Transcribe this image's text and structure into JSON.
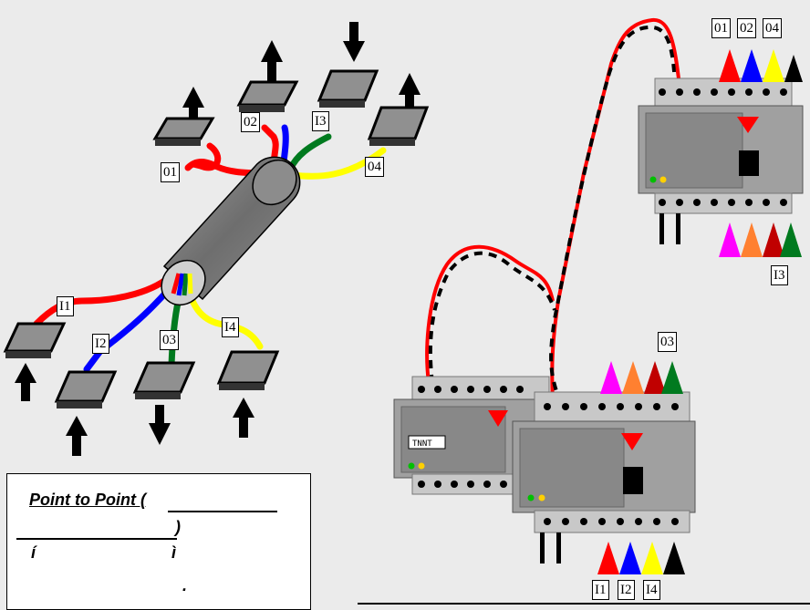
{
  "labels": {
    "o1_top": "01",
    "o2_top": "02",
    "o4_top": "04",
    "i3_side": "I3",
    "o3_mid": "03",
    "i1_bottom": "I1",
    "i2_bottom": "I2",
    "i4_bottom": "I4",
    "cable_o1": "01",
    "cable_o2": "02",
    "cable_i3": "I3",
    "cable_o4": "04",
    "cable_i1": "I1",
    "cable_i2": "I2",
    "cable_o3": "03",
    "cable_i4": "I4"
  },
  "module_front_label": "TNNT",
  "caption": {
    "title": "Point to Point (",
    "close_paren": ")",
    "char1": "í",
    "char2": "ì",
    "dot": "."
  },
  "colors": {
    "red": "#ff0000",
    "blue": "#0000ff",
    "green": "#007a1f",
    "yellow": "#ffff00",
    "black": "#000000",
    "magenta": "#ff00ff",
    "orange": "#ff8030",
    "darkred": "#c00000",
    "module": "#9a9a9a",
    "sensor": "#909090"
  }
}
